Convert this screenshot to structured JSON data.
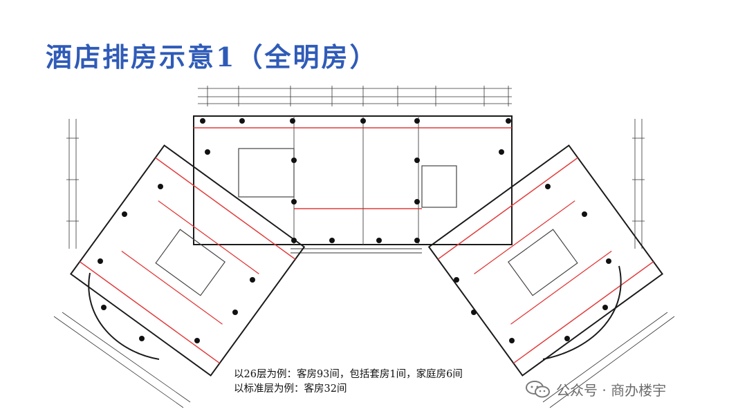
{
  "title": "酒店排房示意1（全明房）",
  "caption": {
    "line1": "以26层为例：客房93间，包括套房1间，家庭房6间",
    "line2": "以标准层为例：客房32间"
  },
  "watermark": {
    "text": "公众号 · 商办楼宇",
    "icon": "wechat-icon"
  },
  "colors": {
    "title": "#2f5bb8",
    "partition": "#e23b3b",
    "wall": "#1a1a1a"
  }
}
